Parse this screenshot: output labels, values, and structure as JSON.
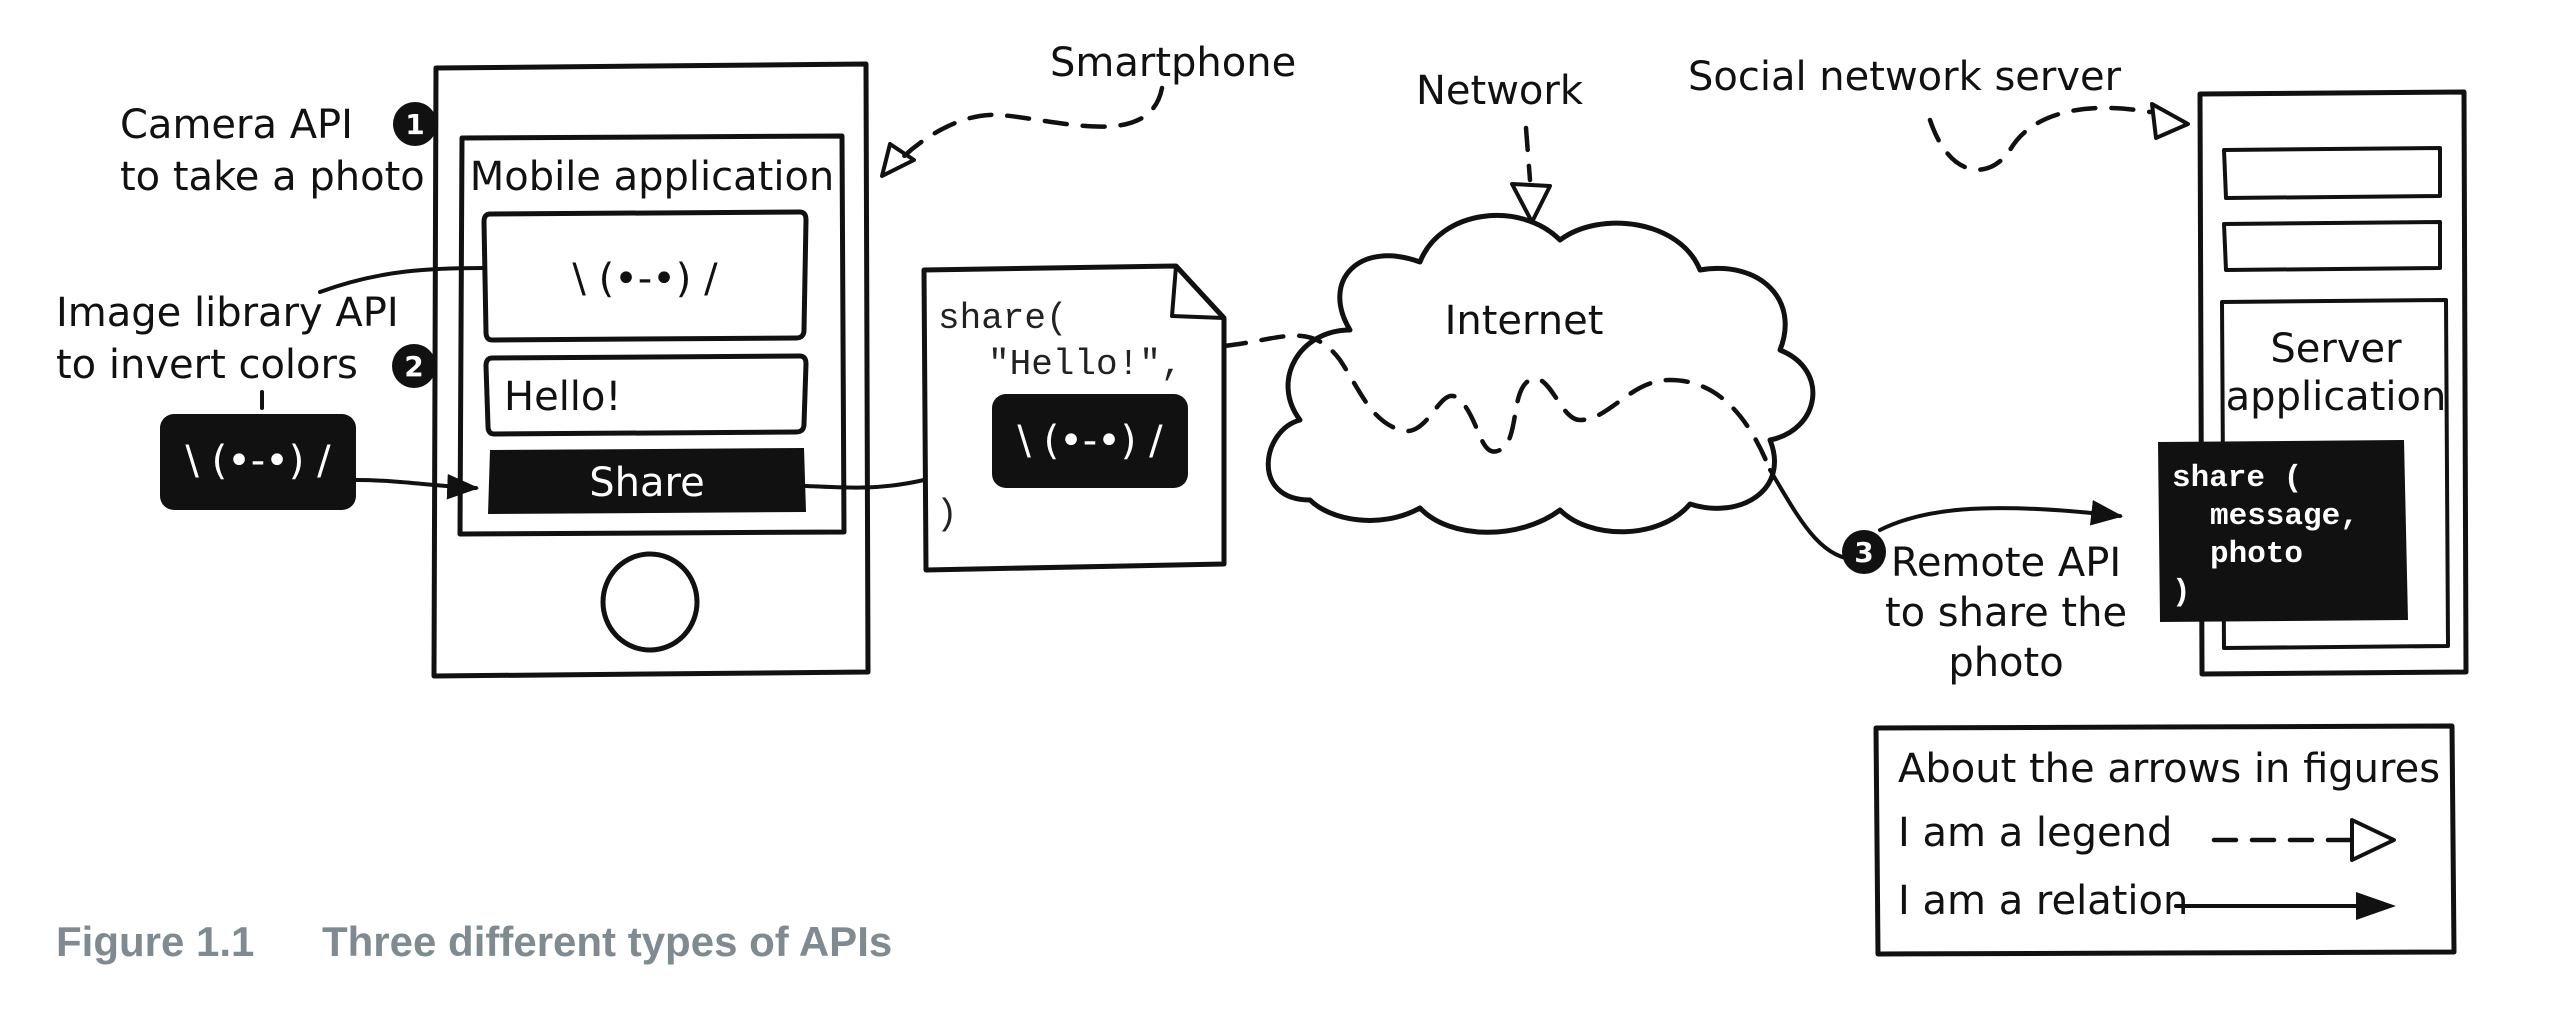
{
  "labels": {
    "smartphone": "Smartphone",
    "network": "Network",
    "social_server": "Social network server",
    "camera_api_1": "Camera API",
    "camera_api_2": "to take a photo",
    "image_api_1": "Image library API",
    "image_api_2": "to invert colors",
    "mobile_app": "Mobile application",
    "emoticon": "\\ (•-•) /",
    "hello": "Hello!",
    "share": "Share",
    "internet": "Internet",
    "server_app_1": "Server",
    "server_app_2": "application",
    "remote_api_1": "Remote API",
    "remote_api_2": "to share the",
    "remote_api_3": "photo"
  },
  "badges": {
    "one": "1",
    "two": "2",
    "three": "3"
  },
  "code_doc": {
    "line1": "share(",
    "line2": "\"Hello!\",",
    "line3": ")"
  },
  "server_code": {
    "line1": "share (",
    "line2": "message,",
    "line3": "photo",
    "line4": ")"
  },
  "legend": {
    "title": "About the arrows in figures",
    "legend_label": "I am a legend",
    "relation_label": "I am a relation"
  },
  "caption": {
    "number": "Figure 1.1",
    "text": "Three different types of APIs"
  }
}
